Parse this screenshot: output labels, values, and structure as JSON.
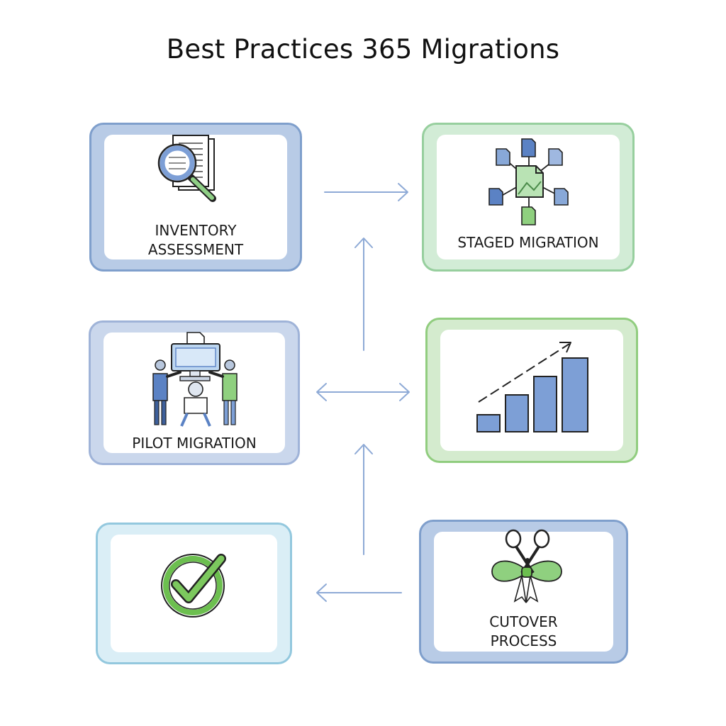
{
  "title": "Best Practices 365 Migrations",
  "steps": {
    "inventory": {
      "line1": "INVENTORY",
      "line2": "ASSESSMENT",
      "icon": "magnifier-document-icon"
    },
    "staged": {
      "label": "STAGED MIGRATION",
      "icon": "file-network-icon"
    },
    "pilot": {
      "label": "PILOT MIGRATION",
      "icon": "team-workstation-icon"
    },
    "growth": {
      "icon": "growth-bar-chart-icon"
    },
    "complete": {
      "icon": "checkmark-circle-icon"
    },
    "cutover": {
      "line1": "CUTOVER",
      "line2": "PROCESS",
      "icon": "scissors-ribbon-icon"
    }
  },
  "colors": {
    "blue_border": "#7f9fcc",
    "green_border": "#97cf9e",
    "arrow": "#8eaad6",
    "accent_green": "#6cbf4f",
    "accent_blue": "#5b82c4"
  }
}
